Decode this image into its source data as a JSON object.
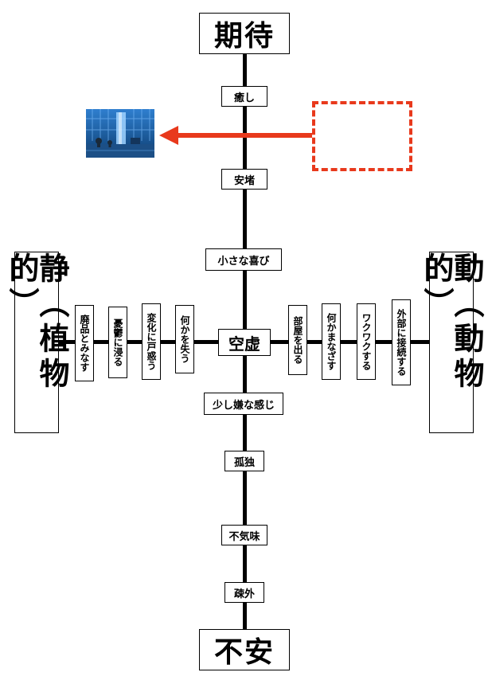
{
  "axis_top": "期待",
  "axis_bottom": "不安",
  "axis_left": "静（植物的）",
  "axis_right": "動（動物的）",
  "vertical_items": [
    "癒し",
    "安堵",
    "小さな喜び",
    "空虚",
    "少し嫌な感じ",
    "孤独",
    "不気味",
    "疎外"
  ],
  "left_items": [
    "廃品とみなす",
    "憂鬱に浸る",
    "変化に戸惑う",
    "何かを失う"
  ],
  "right_items": [
    "部屋を出る",
    "何かまなざす",
    "ワクワクする",
    "外部に接続する"
  ],
  "colors": {
    "arrow": "#e8391c",
    "axis": "#000000",
    "photo_bg": "#1a5c9a"
  }
}
